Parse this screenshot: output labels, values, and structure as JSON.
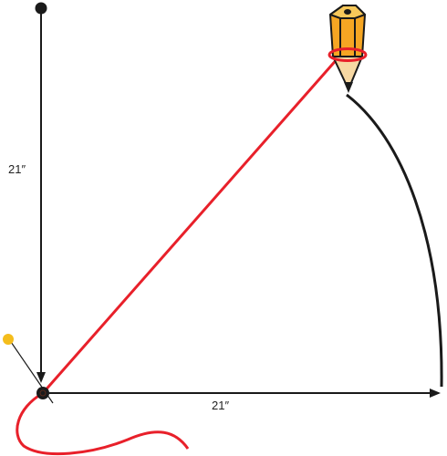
{
  "diagram": {
    "vertical_label": "21″",
    "horizontal_label": "21″",
    "colors": {
      "string": "#e8202a",
      "line": "#1a1a1a",
      "arc": "#1a1a1a",
      "pin_head": "#f4bd1c",
      "pencil_body": "#f6a623",
      "pencil_wood": "#f7d8a3"
    },
    "icons": {
      "pencil": "pencil-icon",
      "pushpin": "pushpin-icon",
      "top_dot": "anchor-dot"
    }
  }
}
